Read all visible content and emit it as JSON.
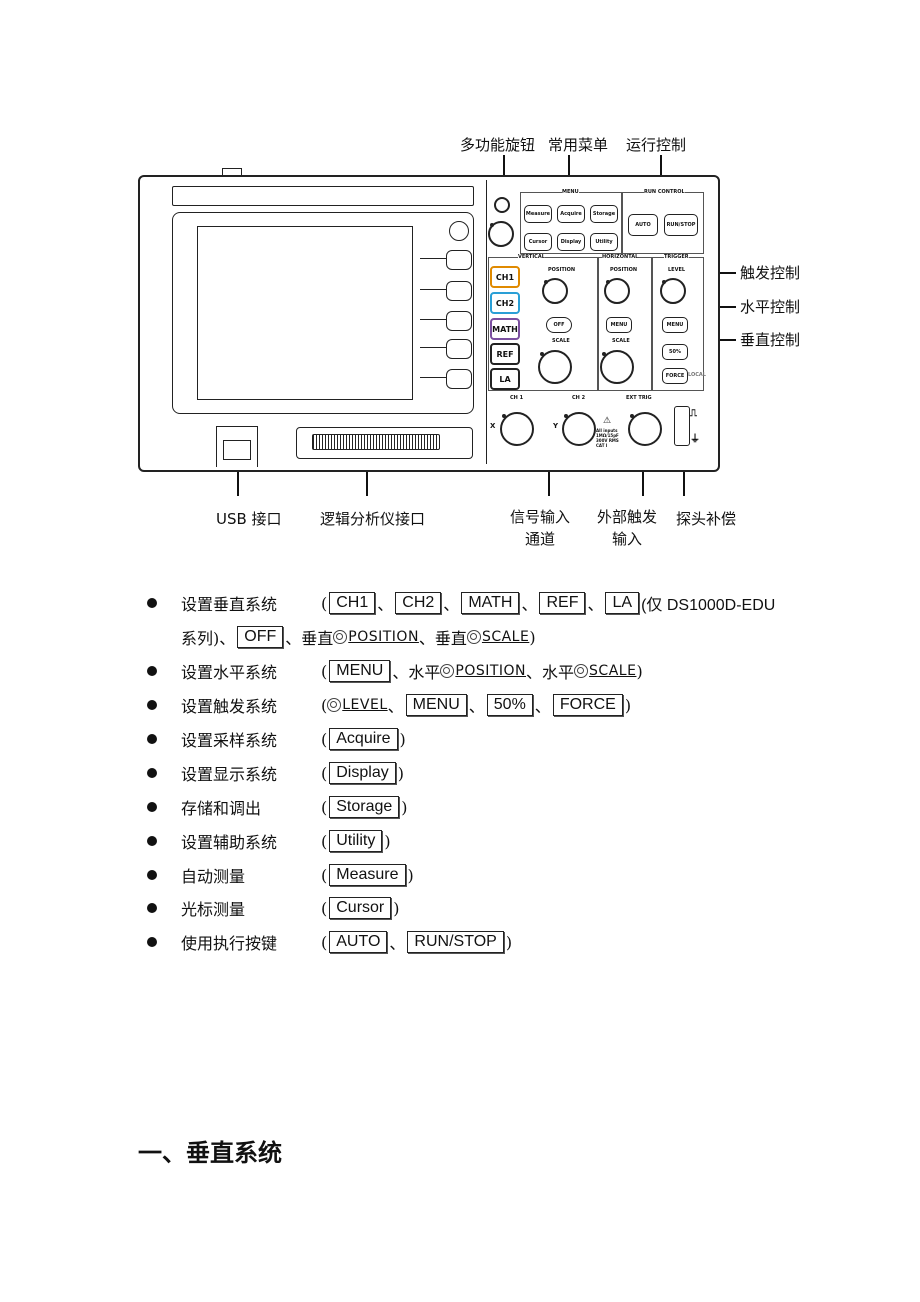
{
  "callouts": {
    "multi_knob": "多功能旋钮",
    "common_menu": "常用菜单",
    "run_control": "运行控制",
    "trigger_control": "触发控制",
    "horizontal_control": "水平控制",
    "vertical_control": "垂直控制",
    "usb_port": "USB 接口",
    "la_port": "逻辑分析仪接口",
    "signal_input_l1": "信号输入",
    "signal_input_l2": "通道",
    "ext_trig_l1": "外部触发",
    "ext_trig_l2": "输入",
    "probe_comp": "探头补偿"
  },
  "panel": {
    "menu_title": "MENU",
    "run_control_title": "RUN CONTROL",
    "menu_buttons": [
      "Measure",
      "Acquire",
      "Storage",
      "Cursor",
      "Display",
      "Utility"
    ],
    "auto": "AUTO",
    "run_stop": "RUN/STOP",
    "vertical_title": "VERTICAL",
    "horizontal_title": "HORIZONTAL",
    "trigger_title": "TRIGGER",
    "position": "POSITION",
    "scale": "SCALE",
    "level": "LEVEL",
    "ch_buttons": [
      "CH1",
      "CH2",
      "MATH",
      "REF",
      "LA"
    ],
    "off": "OFF",
    "h_menu": "MENU",
    "t_menu": "MENU",
    "fifty": "50%",
    "force": "FORCE",
    "local": "LOCAL",
    "ch1_in": "CH 1",
    "ch2_in": "CH 2",
    "ext_trig": "EXT TRIG",
    "x": "X",
    "y": "Y",
    "warn_l1": "All inputs",
    "warn_l2": "1MΩ/15pF",
    "warn_l3": "300V RMS",
    "warn_l4": "CAT I"
  },
  "list": [
    {
      "label": "设置垂直系统",
      "items": [
        "(",
        "CH1",
        "、",
        "CH2",
        "、",
        "MATH",
        "、",
        "REF",
        "、",
        "LA",
        "(仅 DS1000D-EDU"
      ],
      "line2": [
        "系列)、",
        "OFF",
        "、垂直",
        "POSITION",
        "、垂直",
        "SCALE",
        ")"
      ]
    },
    {
      "label": "设置水平系统",
      "items": [
        "(",
        "MENU",
        "、水平",
        "POSITION",
        "、水平",
        "SCALE",
        ")"
      ]
    },
    {
      "label": "设置触发系统",
      "items": [
        "(",
        "LEVEL",
        "、",
        "MENU",
        "、",
        "50%",
        "、",
        "FORCE",
        ")"
      ]
    },
    {
      "label": "设置采样系统",
      "items": [
        "(",
        "Acquire",
        ")"
      ]
    },
    {
      "label": "设置显示系统",
      "items": [
        "(",
        "Display",
        ")"
      ]
    },
    {
      "label": "存储和调出",
      "items": [
        "(",
        "Storage",
        ")"
      ]
    },
    {
      "label": "设置辅助系统",
      "items": [
        "(",
        "Utility",
        ")"
      ]
    },
    {
      "label": "自动测量",
      "items": [
        "(",
        "Measure",
        ")"
      ]
    },
    {
      "label": "光标测量",
      "items": [
        "(",
        "Cursor",
        ")"
      ]
    },
    {
      "label": "使用执行按键",
      "items": [
        "(",
        "AUTO",
        "、",
        "RUN/STOP",
        ")"
      ]
    }
  ],
  "heading": "一、垂直系统"
}
